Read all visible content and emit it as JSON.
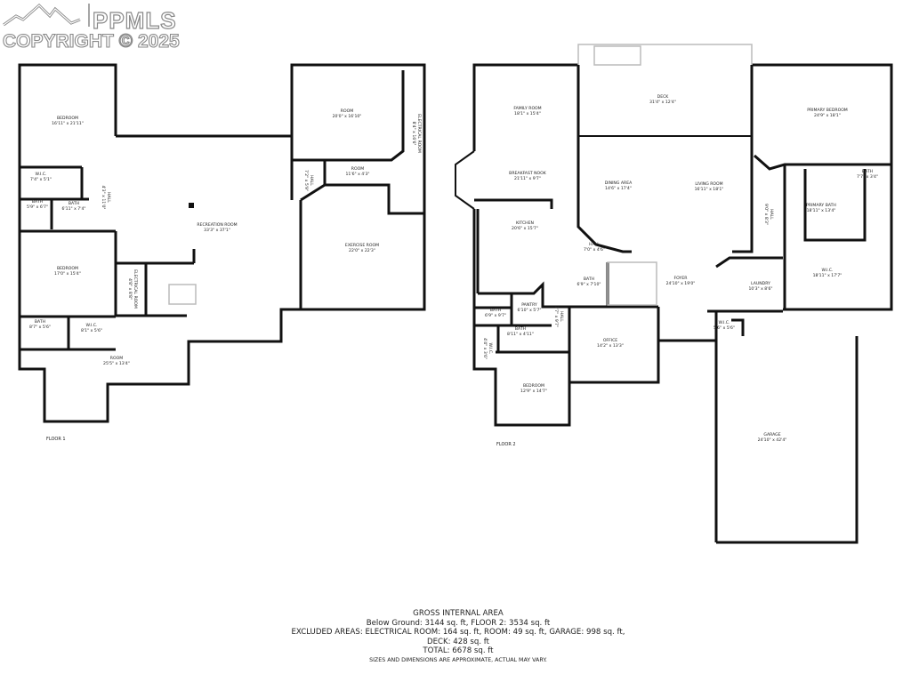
{
  "logo": {
    "brand": "PPMLS",
    "copyright": "COPYRIGHT © 2025"
  },
  "floor1": {
    "label": "FLOOR 1",
    "rooms": [
      {
        "name": "Bedroom",
        "dims": "16'11\" x 21'11\""
      },
      {
        "name": "W.I.C.",
        "dims": "7'4\" x 5'1\""
      },
      {
        "name": "Bath",
        "dims": "5'9\" x 6'7\""
      },
      {
        "name": "Bath",
        "dims": "6'11\" x 7'4\""
      },
      {
        "name": "Hall",
        "dims": "4'3\" x 11'0\""
      },
      {
        "name": "Bedroom",
        "dims": "17'0\" x 15'4\""
      },
      {
        "name": "Electrical Room",
        "dims": "4'8\" x 8'8\""
      },
      {
        "name": "Bath",
        "dims": "8'7\" x 5'6\""
      },
      {
        "name": "W.I.C.",
        "dims": "8'1\" x 5'6\""
      },
      {
        "name": "Room",
        "dims": "25'5\" x 13'4\""
      },
      {
        "name": "Recreation Room",
        "dims": "33'3\" x 37'1\""
      },
      {
        "name": "Room",
        "dims": "20'0\" x 16'10\""
      },
      {
        "name": "Electrical Room",
        "dims": "8'4\" x 16'6\""
      },
      {
        "name": "Hall",
        "dims": "7'2\" x 5'9\""
      },
      {
        "name": "Room",
        "dims": "11'6\" x 4'3\""
      },
      {
        "name": "Exercise Room",
        "dims": "22'0\" x 22'3\""
      }
    ]
  },
  "floor2": {
    "label": "FLOOR 2",
    "rooms": [
      {
        "name": "Family Room",
        "dims": "18'1\" x 15'4\""
      },
      {
        "name": "Breakfast Nook",
        "dims": "21'11\" x 9'7\""
      },
      {
        "name": "Deck",
        "dims": "31'4\" x 12'4\""
      },
      {
        "name": "Dining Area",
        "dims": "14'6\" x 17'4\""
      },
      {
        "name": "Living Room",
        "dims": "16'11\" x 18'1\""
      },
      {
        "name": "Kitchen",
        "dims": "20'6\" x 15'7\""
      },
      {
        "name": "Hall",
        "dims": "7'0\" x 4'6\""
      },
      {
        "name": "Bath",
        "dims": "6'9\" x 7'10\""
      },
      {
        "name": "Pantry",
        "dims": "6'10\" x 5'7\""
      },
      {
        "name": "Bath",
        "dims": "6'9\" x 9'7\""
      },
      {
        "name": "Bath",
        "dims": "8'11\" x 4'11\""
      },
      {
        "name": "Hall",
        "dims": "3'7\" x 9'7\""
      },
      {
        "name": "W.I.C.",
        "dims": "4'4\" x 3'6\""
      },
      {
        "name": "Office",
        "dims": "14'2\" x 13'3\""
      },
      {
        "name": "Bedroom",
        "dims": "12'9\" x 14'7\""
      },
      {
        "name": "Foyer",
        "dims": "24'10\" x 19'0\""
      },
      {
        "name": "Laundry",
        "dims": "10'3\" x 8'6\""
      },
      {
        "name": "W.I.C.",
        "dims": "5'6\" x 5'6\""
      },
      {
        "name": "Primary Bedroom",
        "dims": "24'9\" x 18'1\""
      },
      {
        "name": "Bath",
        "dims": "7'7\" x 3'4\""
      },
      {
        "name": "Primary Bath",
        "dims": "18'11\" x 13'4\""
      },
      {
        "name": "W.I.C.",
        "dims": "18'11\" x 17'7\""
      },
      {
        "name": "Hall",
        "dims": "9'0\" x 8'3\""
      },
      {
        "name": "Garage",
        "dims": "24'10\" x 42'4\""
      }
    ]
  },
  "area": {
    "title": "GROSS INTERNAL AREA",
    "line1": "Below Ground: 3144 sq. ft, FLOOR 2: 3534 sq. ft",
    "line2": "EXCLUDED AREAS: ELECTRICAL ROOM: 164 sq. ft, ROOM: 49 sq. ft, GARAGE: 998 sq. ft,",
    "line3": "DECK: 428 sq. ft",
    "total": "TOTAL: 6678 sq. ft",
    "note": "SIZES AND DIMENSIONS ARE APPROXIMATE, ACTUAL MAY VARY."
  },
  "colors": {
    "wall": "#111111",
    "window": "#c8c8c8",
    "watermark": "#888888"
  }
}
